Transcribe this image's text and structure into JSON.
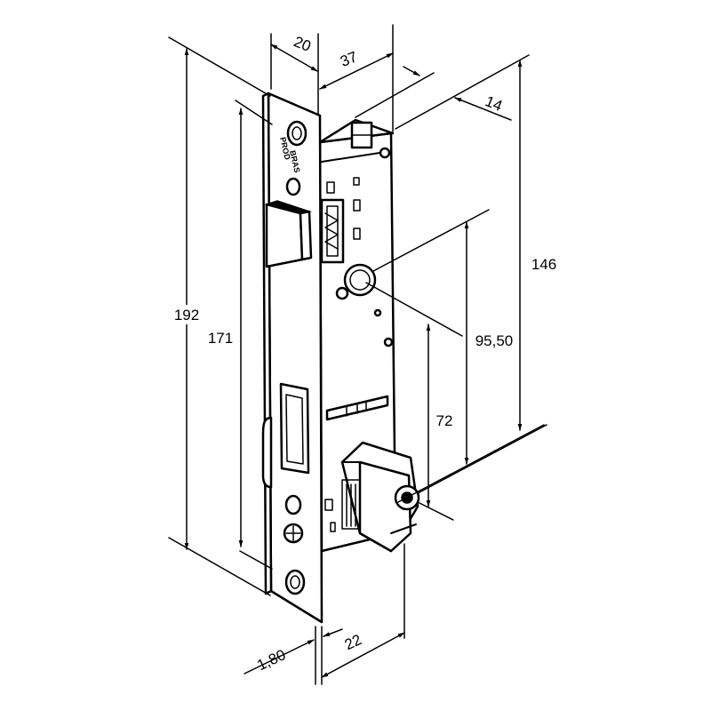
{
  "dimensions": {
    "d192": "192",
    "d171": "171",
    "d146": "146",
    "d95": "95,50",
    "d72": "72",
    "d20": "20",
    "d37": "37",
    "d14": "14",
    "d180": "1,80",
    "d22": "22"
  },
  "brand": {
    "line1": "PROD",
    "line2": "BRAS"
  }
}
